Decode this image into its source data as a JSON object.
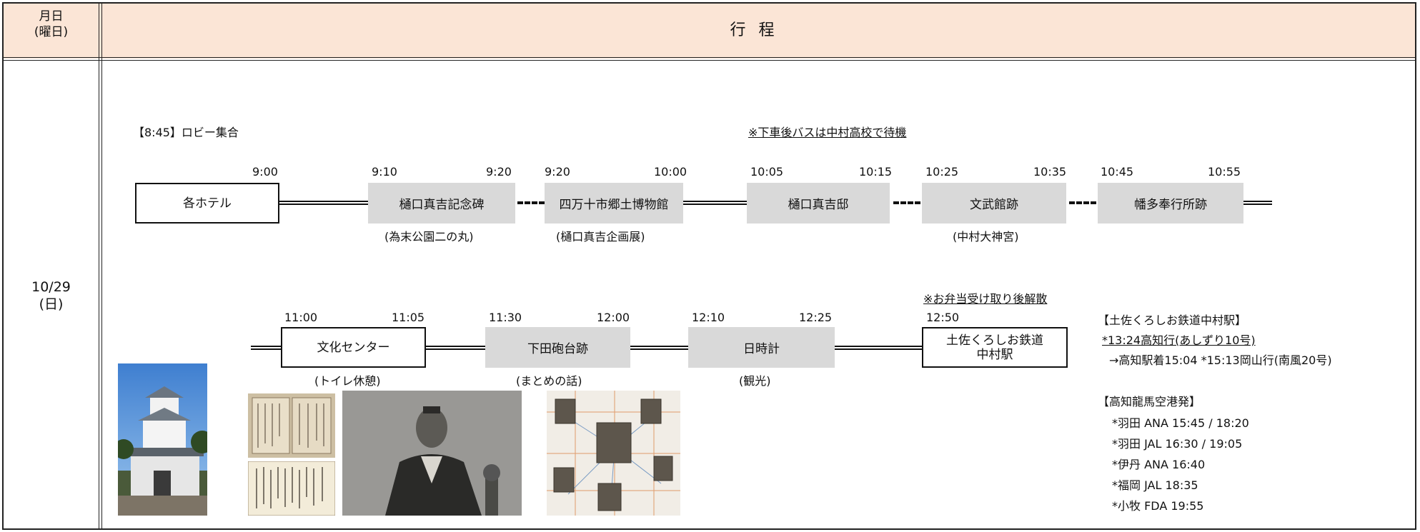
{
  "header": {
    "date_col_line1": "月日",
    "date_col_line2": "(曜日)",
    "itinerary_label": "行程"
  },
  "date": {
    "day": "10/29",
    "weekday": "(日)"
  },
  "row1": {
    "assembly_note": "【8:45】ロビー集合",
    "bus_note": "※下車後バスは中村高校で待機",
    "hotel": {
      "label": "各ホテル",
      "time": "9:00"
    },
    "stops": [
      {
        "label": "樋口真吉記念碑",
        "arrive": "9:10",
        "depart": "9:20",
        "sub": "(為末公園二の丸)"
      },
      {
        "label": "四万十市郷土博物館",
        "arrive": "9:20",
        "depart": "10:00",
        "sub": "(樋口真吉企画展)"
      },
      {
        "label": "樋口真吉邸",
        "arrive": "10:05",
        "depart": "10:15",
        "sub": ""
      },
      {
        "label": "文武館跡",
        "arrive": "10:25",
        "depart": "10:35",
        "sub": "(中村大神宮)"
      },
      {
        "label": "幡多奉行所跡",
        "arrive": "10:45",
        "depart": "10:55",
        "sub": ""
      }
    ]
  },
  "row2": {
    "dismiss_note": "※お弁当受け取り後解散",
    "stops": [
      {
        "label": "文化センター",
        "arrive": "11:00",
        "depart": "11:05",
        "sub": "(トイレ休憩)"
      },
      {
        "label": "下田砲台跡",
        "arrive": "11:30",
        "depart": "12:00",
        "sub": "(まとめの話)"
      },
      {
        "label": "日時計",
        "arrive": "12:10",
        "depart": "12:25",
        "sub": "(観光)"
      }
    ],
    "final": {
      "line1": "土佐くろしお鉄道",
      "line2": "中村駅",
      "time": "12:50"
    }
  },
  "info": {
    "station_title": "【土佐くろしお鉄道中村駅】",
    "train1": "*13:24高知行(あしずり10号)",
    "train2": "→高知駅着15:04 *15:13岡山行(南風20号)",
    "airport_title": "【高知龍馬空港発】",
    "flights": [
      "*羽田 ANA 15:45 / 18:20",
      "*羽田 JAL 16:30 / 19:05",
      "*伊丹 ANA 16:40",
      "*福岡 JAL 18:35",
      "*小牧 FDA 19:55"
    ]
  },
  "photos": {
    "portrait_labels": [
      "",
      "",
      "",
      "",
      "",
      "",
      "",
      ""
    ]
  },
  "colors": {
    "header_bg": "#fbe5d6",
    "stop_gray": "#d9d9d9",
    "border": "#222222"
  }
}
